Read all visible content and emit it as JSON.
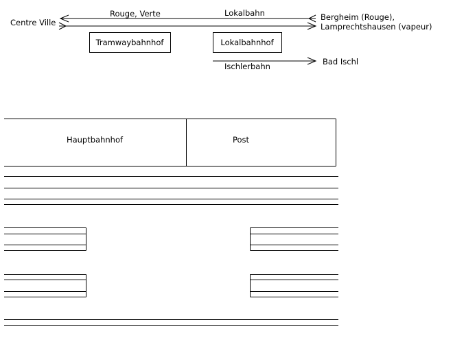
{
  "labels": {
    "centre_ville": "Centre Ville",
    "rouge_verte": "Rouge, Verte",
    "lokalbahn_line": "Lokalbahn",
    "bergheim": "Bergheim (Rouge),",
    "lamprechtshausen": "Lamprechtshausen (vapeur)",
    "tramwaybahnhof": "Tramwaybahnhof",
    "lokalbahnhof": "Lokalbahnhof",
    "ischlerbahn": "Ischlerbahn",
    "bad_ischl": "Bad Ischl",
    "hauptbahnhof": "Hauptbahnhof",
    "post": "Post"
  }
}
